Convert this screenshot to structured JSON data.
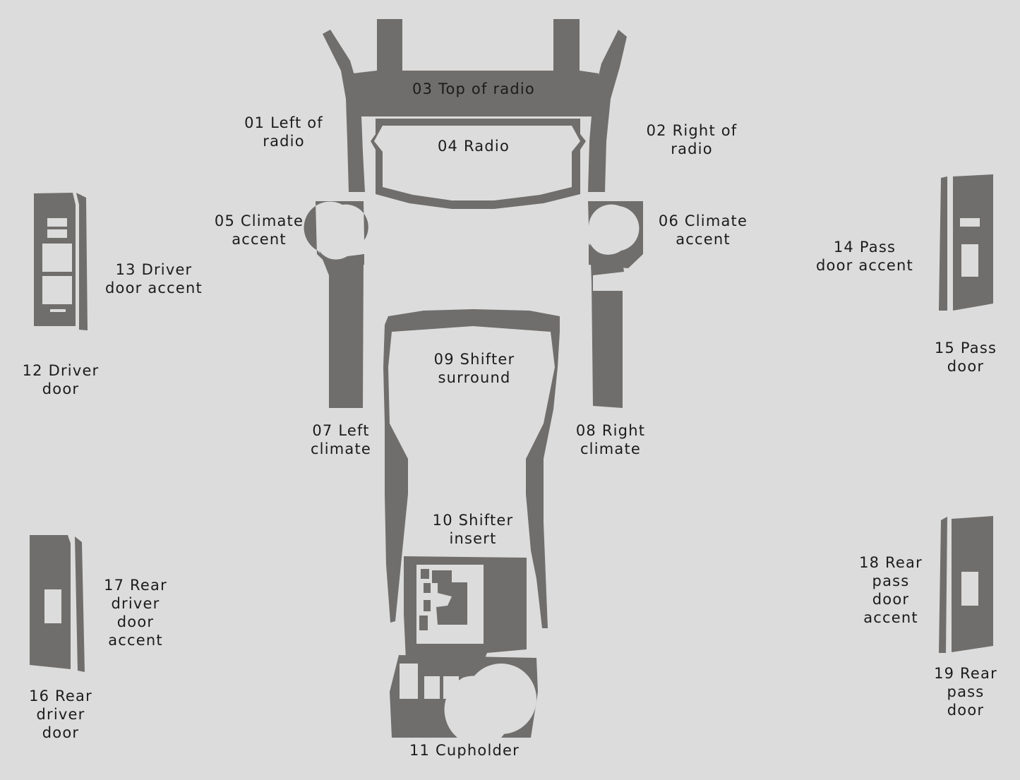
{
  "diagram": {
    "colors": {
      "background": "#dcdcdc",
      "part": "#706e6c",
      "text": "#1b1b1b"
    },
    "labels": {
      "p01": [
        "01 Left of",
        "radio"
      ],
      "p02": [
        "02 Right of",
        "radio"
      ],
      "p03": [
        "03 Top of radio"
      ],
      "p04": [
        "04 Radio"
      ],
      "p05": [
        "05 Climate",
        "accent"
      ],
      "p06": [
        "06 Climate",
        "accent"
      ],
      "p07": [
        "07 Left",
        "climate"
      ],
      "p08": [
        "08 Right",
        "climate"
      ],
      "p09": [
        "09 Shifter",
        "surround"
      ],
      "p10": [
        "10 Shifter",
        "insert"
      ],
      "p11": [
        "11 Cupholder"
      ],
      "p12": [
        "12 Driver",
        "door"
      ],
      "p13": [
        "13 Driver",
        "door accent"
      ],
      "p14": [
        "14 Pass",
        "door accent"
      ],
      "p15": [
        "15 Pass",
        "door"
      ],
      "p16": [
        "16 Rear",
        "driver",
        "door"
      ],
      "p17": [
        "17 Rear",
        "driver",
        "door",
        "accent"
      ],
      "p18": [
        "18 Rear",
        "pass",
        "door",
        "accent"
      ],
      "p19": [
        "19 Rear",
        "pass",
        "door"
      ]
    }
  }
}
